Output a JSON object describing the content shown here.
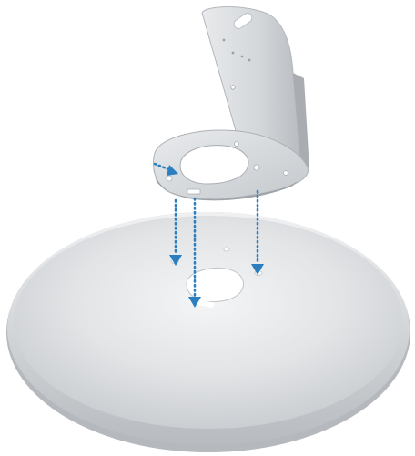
{
  "figure": {
    "subject": "bracket-mounting-onto-dish",
    "components": [
      {
        "name": "mounting-bracket",
        "material_color": "#d9dcdf"
      },
      {
        "name": "reflector-dish",
        "material_color": "#e6e8ea"
      }
    ],
    "arrow_color": "#2b7fc1",
    "arrow_style": "dotted",
    "arrow_count": 4
  }
}
